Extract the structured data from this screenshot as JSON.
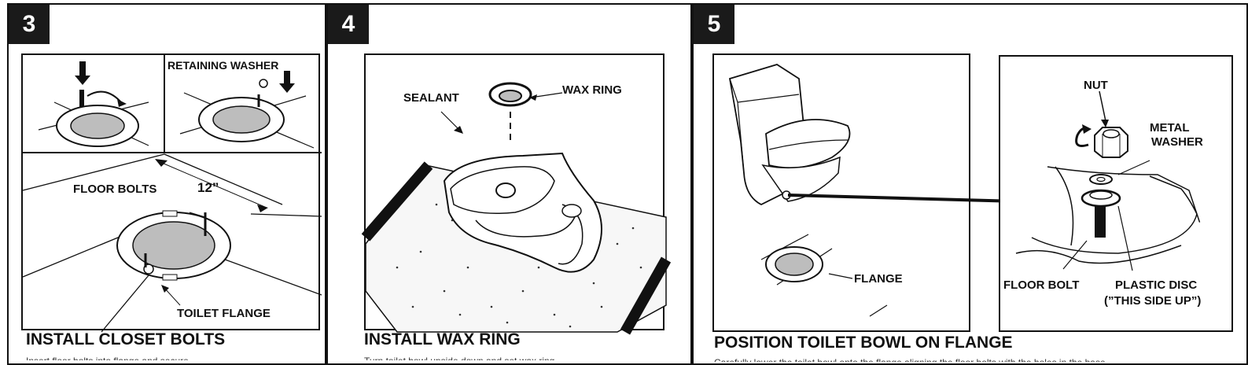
{
  "steps": [
    {
      "number": "3",
      "labels": {
        "retaining_washer": "RETAINING WASHER",
        "floor_bolts": "FLOOR BOLTS",
        "distance": "12”",
        "toilet_flange": "TOILET FLANGE"
      },
      "title": "INSTALL CLOSET BOLTS",
      "desc": "Insert floor bolts into flange and secure"
    },
    {
      "number": "4",
      "labels": {
        "sealant": "SEALANT",
        "wax_ring": "WAX RING"
      },
      "title": "INSTALL WAX RING",
      "desc": "Turn toilet bowl upside down and set wax ring"
    },
    {
      "number": "5",
      "labels": {
        "flange": "FLANGE",
        "nut": "NUT",
        "metal_washer_line1": "METAL",
        "metal_washer_line2": "WASHER",
        "floor_bolt": "FLOOR BOLT",
        "plastic_disc_line1": "PLASTIC DISC",
        "plastic_disc_line2": "(”THIS SIDE UP”)"
      },
      "title": "POSITION TOILET BOWL ON FLANGE",
      "desc": "Carefully lower the toilet bowl onto the flange aligning the floor bolts with the holes in the base"
    }
  ],
  "icons": [
    "bolt-insert-illustration",
    "washer-illustration",
    "flange-illustration",
    "toilet-upside-down-illustration",
    "toilet-illustration",
    "bolt-assembly-illustration",
    "arrow-icon"
  ]
}
